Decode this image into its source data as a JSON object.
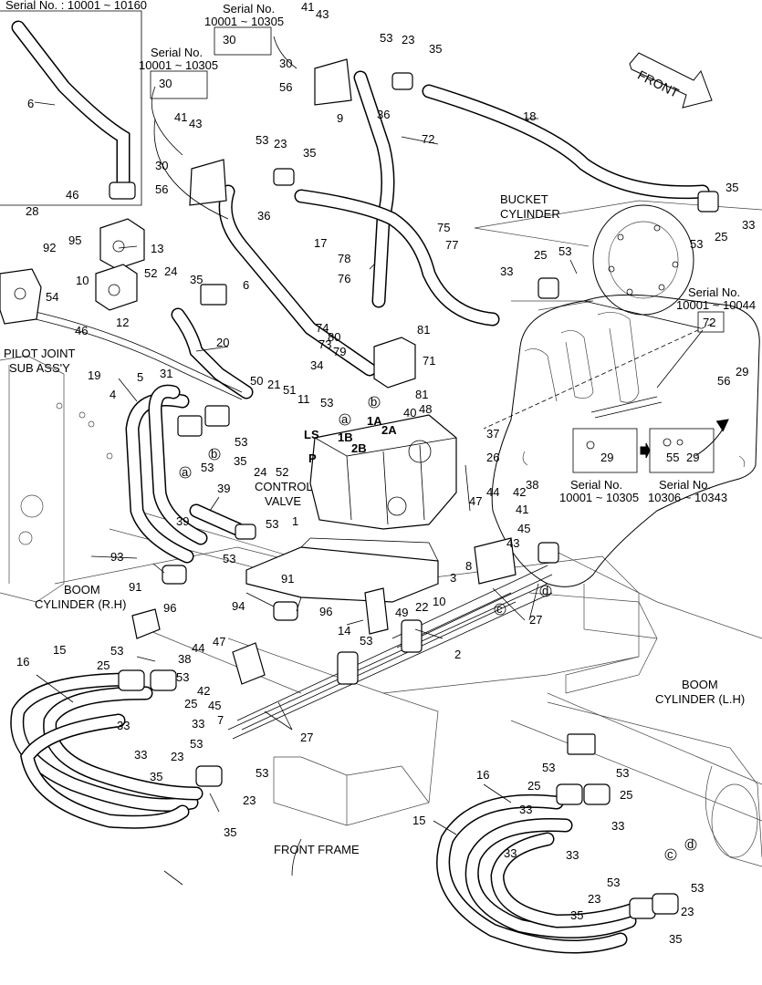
{
  "serials": {
    "top_left": "Serial No. : 10001 ~ 10160",
    "box_a_line1": "Serial No.",
    "box_a_line2": "10001 ~ 10305",
    "box_b_line1": "Serial No.",
    "box_b_line2": "10001 ~ 10305",
    "right_line1": "Serial No.",
    "right_line2": "10001 ~ 10044",
    "inset_left_line1": "Serial No.",
    "inset_left_line2": "10001 ~ 10305",
    "inset_right_line1": "Serial No.",
    "inset_right_line2": "10306 ~ 10343"
  },
  "labels": {
    "front": "FRONT",
    "bucket_line1": "BUCKET",
    "bucket_line2": "CYLINDER",
    "pilot_line1": "PILOT JOINT",
    "pilot_line2": "SUB ASS'Y",
    "control_line1": "CONTROL",
    "control_line2": "VALVE",
    "boom_rh_line1": "BOOM",
    "boom_rh_line2": "CYLINDER (R.H)",
    "boom_lh_line1": "BOOM",
    "boom_lh_line2": "CYLINDER (L.H)",
    "front_frame": "FRONT FRAME"
  },
  "ports": {
    "ls": "LS",
    "p": "P",
    "p1a": "1A",
    "p1b": "1B",
    "p2a": "2A",
    "p2b": "2B"
  },
  "circles": {
    "a": "a",
    "b": "b",
    "c": "c",
    "d": "d"
  },
  "parts": {
    "p1": "1",
    "p2": "2",
    "p3": "3",
    "p4": "4",
    "p5": "5",
    "p6": "6",
    "p7": "7",
    "p8": "8",
    "p9": "9",
    "p10": "10",
    "p11": "11",
    "p12": "12",
    "p13": "13",
    "p14": "14",
    "p15": "15",
    "p16": "16",
    "p17": "17",
    "p18": "18",
    "p19": "19",
    "p20": "20",
    "p21": "21",
    "p22": "22",
    "p23": "23",
    "p24": "24",
    "p25": "25",
    "p26": "26",
    "p27": "27",
    "p28": "28",
    "p29": "29",
    "p30": "30",
    "p31": "31",
    "p33": "33",
    "p34": "34",
    "p35": "35",
    "p36": "36",
    "p37": "37",
    "p38": "38",
    "p39": "39",
    "p40": "40",
    "p41": "41",
    "p42": "42",
    "p43": "43",
    "p44": "44",
    "p45": "45",
    "p46": "46",
    "p47": "47",
    "p48": "48",
    "p49": "49",
    "p50": "50",
    "p51": "51",
    "p52": "52",
    "p53": "53",
    "p54": "54",
    "p55": "55",
    "p56": "56",
    "p71": "71",
    "p72": "72",
    "p73": "73",
    "p74": "74",
    "p75": "75",
    "p76": "76",
    "p77": "77",
    "p78": "78",
    "p79": "79",
    "p80": "80",
    "p81": "81",
    "p91": "91",
    "p92": "92",
    "p93": "93",
    "p94": "94",
    "p95": "95",
    "p96": "96"
  }
}
